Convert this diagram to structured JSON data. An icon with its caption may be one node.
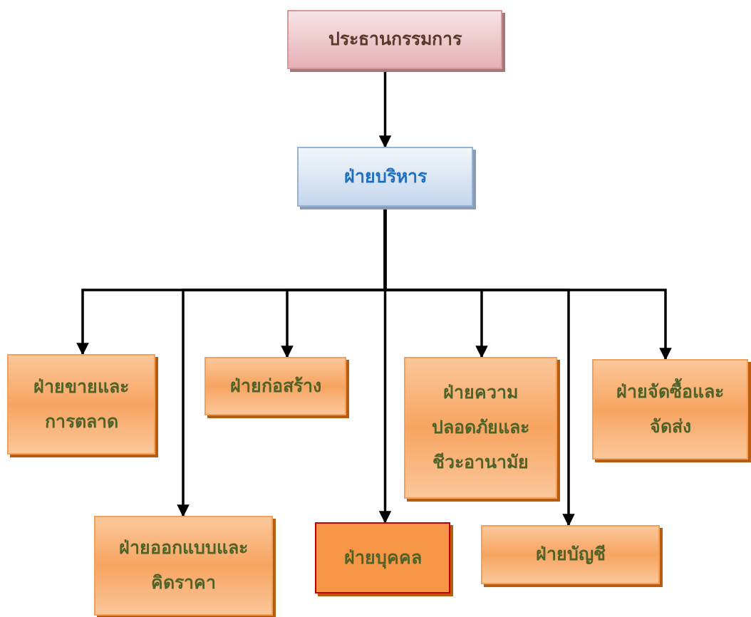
{
  "diagram": {
    "nodes": [
      {
        "text": [
          "ประธานกรรมการ"
        ]
      },
      {
        "text": [
          "ฝ่ายบริหาร"
        ]
      },
      {
        "text": [
          "ฝ่ายขายและการตลาด"
        ]
      },
      {
        "text": [
          "ฝ่ายออกแบบและคิดราคา"
        ]
      },
      {
        "text": [
          "ฝ่ายก่อสร้าง"
        ]
      },
      {
        "text": [
          "ฝ่ายบุคคล"
        ]
      },
      {
        "text": [
          "ฝ่ายความปลอดภัยและชีวะอานามัย"
        ]
      },
      {
        "text": [
          "ฝ่ายบัญชี"
        ]
      },
      {
        "text": [
          "ฝ่ายจัดซื้อและจัดส่ง"
        ]
      }
    ],
    "edges": [
      {
        "from": 0,
        "to": 1,
        "arrow": "to"
      },
      {
        "from": 1,
        "to": 2,
        "arrow": "to"
      },
      {
        "from": 1,
        "to": 3,
        "arrow": "to"
      },
      {
        "from": 1,
        "to": 4,
        "arrow": "to"
      },
      {
        "from": 1,
        "to": 5,
        "arrow": "to"
      },
      {
        "from": 1,
        "to": 6,
        "arrow": "to"
      },
      {
        "from": 1,
        "to": 7,
        "arrow": "to"
      },
      {
        "from": 1,
        "to": 8,
        "arrow": "to"
      }
    ]
  }
}
